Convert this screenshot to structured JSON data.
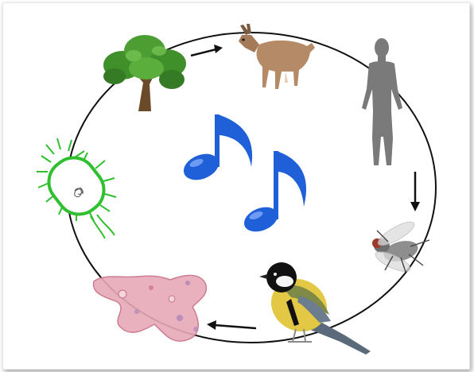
{
  "diagram": {
    "kind": "cycle",
    "colors": {
      "cycle_line": "#111111",
      "arrow": "#111111",
      "music_note": "#1f5fd8",
      "music_note_highlight": "#8fb5ff",
      "tree_foliage": "#3f8f2a",
      "tree_trunk": "#6b4a2a",
      "goat": "#b58a66",
      "human_silhouette": "#7a7a7a",
      "fly": "#8e8e8e",
      "bird_head": "#111111",
      "bird_cheek": "#f5f5f5",
      "bird_breast": "#e3c845",
      "bird_back": "#7e8a45",
      "amoeba": "#e7a9b8",
      "bacterium": "#2fbf2f"
    },
    "nodes": [
      {
        "id": "tree",
        "icon": "tree-icon"
      },
      {
        "id": "goat",
        "icon": "goat-icon"
      },
      {
        "id": "human",
        "icon": "human-silhouette-icon"
      },
      {
        "id": "fly",
        "icon": "fly-icon"
      },
      {
        "id": "bird",
        "icon": "bird-icon"
      },
      {
        "id": "amoeba",
        "icon": "amoeba-icon"
      },
      {
        "id": "bacterium",
        "icon": "bacterium-icon"
      }
    ],
    "arrows": [
      {
        "from": "tree",
        "to": "goat",
        "icon": "arrow-right-icon"
      },
      {
        "from": "human",
        "to": "fly",
        "icon": "arrow-down-icon"
      },
      {
        "from": "bird",
        "to": "amoeba",
        "icon": "arrow-left-icon"
      }
    ],
    "center_icon": "music-notes-icon"
  }
}
